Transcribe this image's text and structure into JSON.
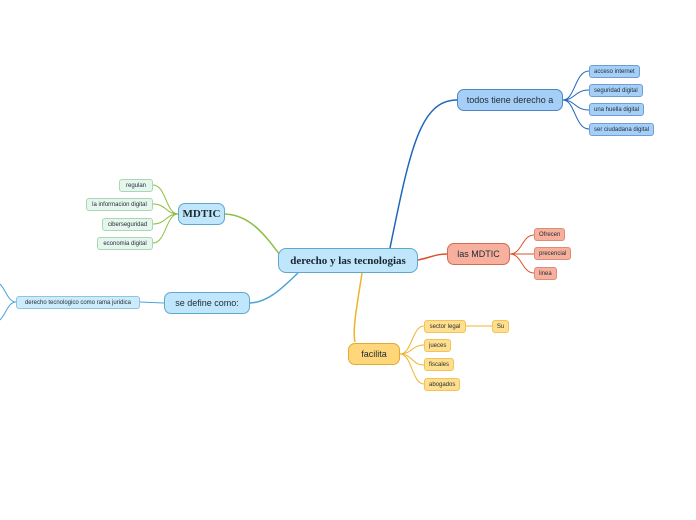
{
  "colors": {
    "blue_branch": "#1f66b8",
    "red_branch": "#d9532e",
    "yellow_branch": "#f0b429",
    "green_branch": "#8cbf3f",
    "lightblue_branch": "#4aa3d8"
  },
  "central": {
    "label": "derecho y las tecnologias"
  },
  "branches": {
    "todos_tiene": {
      "label": "todos tiene derecho a",
      "items": [
        "acceso internet",
        "seguridad digital",
        "una huella digital",
        "ser ciudadana digital"
      ]
    },
    "las_mdtic": {
      "label": "las MDTIC",
      "items": [
        "Ofrecen",
        "precencial",
        "linea"
      ]
    },
    "facilita": {
      "label": "facilita",
      "items": [
        "sector legal",
        "jueces",
        "fiscales",
        "abogados"
      ],
      "sector_child": "Su"
    },
    "mdtic": {
      "label": "MDTIC",
      "items": [
        "regulan",
        "la informacion digital",
        "ciberseguridad",
        "economia digital"
      ]
    },
    "se_define": {
      "label": "se define como:",
      "items": [
        "derecho tecnologico como rama juridica"
      ]
    }
  }
}
